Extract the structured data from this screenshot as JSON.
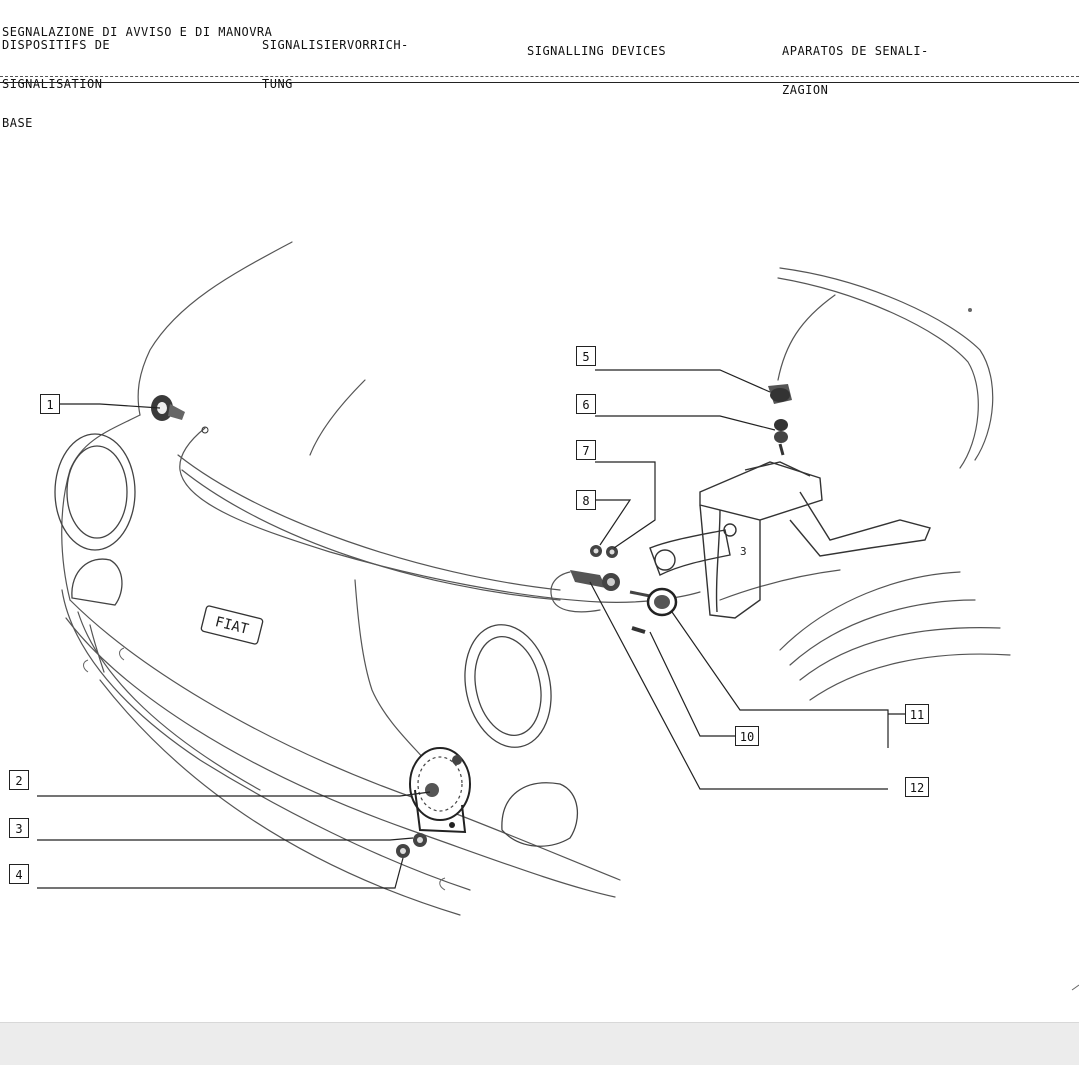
{
  "header": {
    "it_line1": "SEGNALAZIONE DI AVVISO E DI MANOVRA",
    "fr_line1": "DISPOSITIFS DE",
    "fr_line2": "SIGNALISATION",
    "fr_line3": "BASE",
    "de_line1": "SIGNALISIERVORRICH-",
    "de_line2": "TUNG",
    "en_line1": "SIGNALLING DEVICES",
    "es_line1": "APARATOS DE SENALI-",
    "es_line2": "ZAGION"
  },
  "diagram": {
    "emblem_text": "FIAT",
    "callouts": [
      "1",
      "2",
      "3",
      "4",
      "5",
      "6",
      "7",
      "8",
      "10",
      "11",
      "12"
    ],
    "bracket_label": "3"
  },
  "colors": {
    "ink": "#222222",
    "line": "#555555",
    "footer": "#ececec"
  }
}
